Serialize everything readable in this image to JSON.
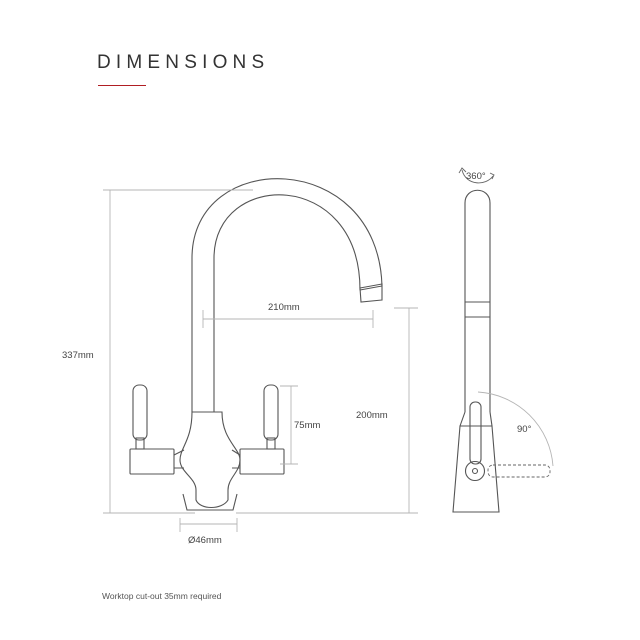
{
  "header": {
    "title": "DIMENSIONS"
  },
  "dimensions": {
    "total_height": "337mm",
    "spout_reach": "210mm",
    "spout_height": "200mm",
    "handle_height": "75mm",
    "base_diameter": "Ø46mm",
    "swivel": "360°",
    "handle_rotation": "90°"
  },
  "footnote": "Worktop cut-out 35mm required",
  "colors": {
    "accent": "#b01e23",
    "line": "#555555",
    "dim_line": "#b5b5b5"
  }
}
